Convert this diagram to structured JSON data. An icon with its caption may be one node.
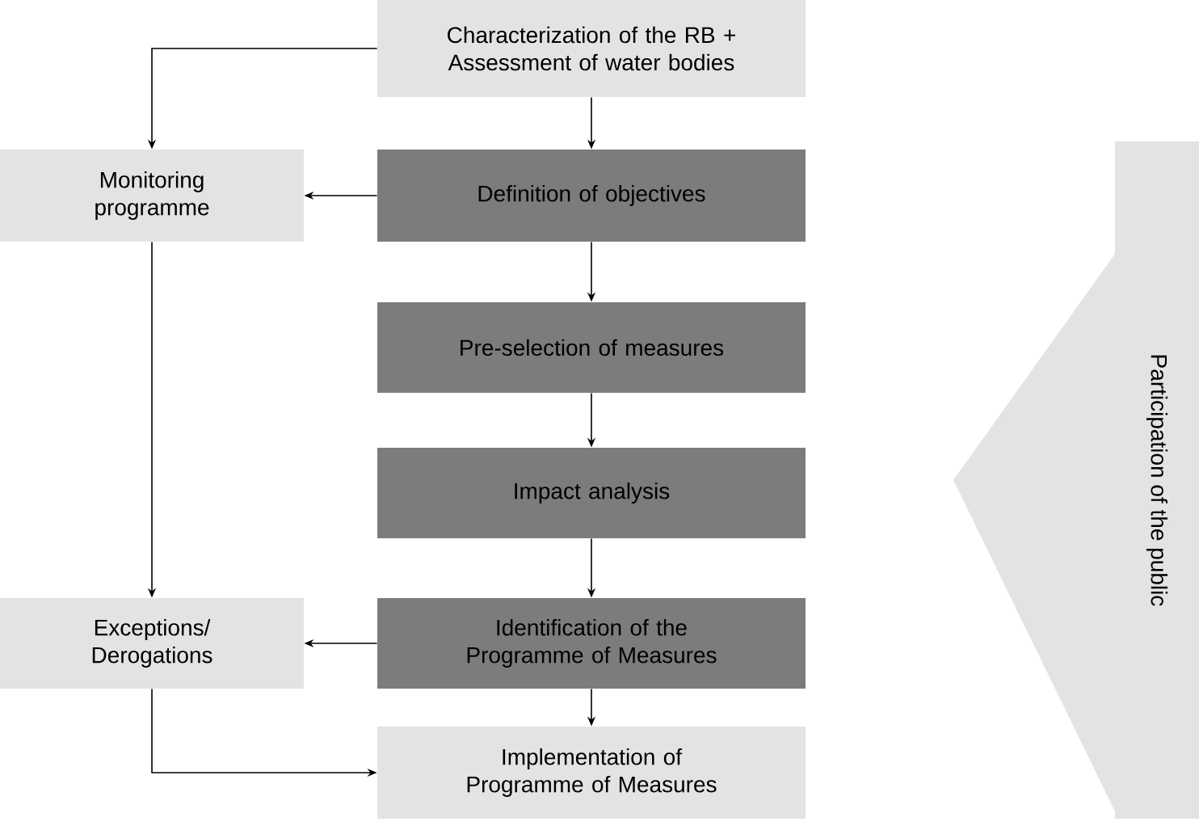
{
  "diagram": {
    "nodes": [
      {
        "text": [
          "Characterization of the RB + Assessment of water bodies"
        ]
      },
      {
        "text": [
          "Monitoring programme"
        ]
      },
      {
        "text": [
          "Definition of objectives"
        ]
      },
      {
        "text": [
          "Pre-selection of measures"
        ]
      },
      {
        "text": [
          "Impact analysis"
        ]
      },
      {
        "text": [
          "Identification of the Programme of Measures"
        ]
      },
      {
        "text": [
          "Exceptions/ Derogations"
        ]
      },
      {
        "text": [
          "Implementation of Programme of Measures"
        ]
      },
      {
        "text": [
          "Participation of the public"
        ]
      }
    ],
    "edges": [
      {
        "from": 0,
        "to": 2,
        "arrow": "to"
      },
      {
        "from": 0,
        "to": 1,
        "arrow": "to"
      },
      {
        "from": 2,
        "to": 1,
        "arrow": "to"
      },
      {
        "from": 2,
        "to": 3,
        "arrow": "to"
      },
      {
        "from": 3,
        "to": 4,
        "arrow": "to"
      },
      {
        "from": 4,
        "to": 5,
        "arrow": "to"
      },
      {
        "from": 1,
        "to": 6,
        "arrow": "to"
      },
      {
        "from": 5,
        "to": 6,
        "arrow": "to"
      },
      {
        "from": 5,
        "to": 7,
        "arrow": "to"
      },
      {
        "from": 6,
        "to": 7,
        "arrow": "to"
      }
    ]
  }
}
